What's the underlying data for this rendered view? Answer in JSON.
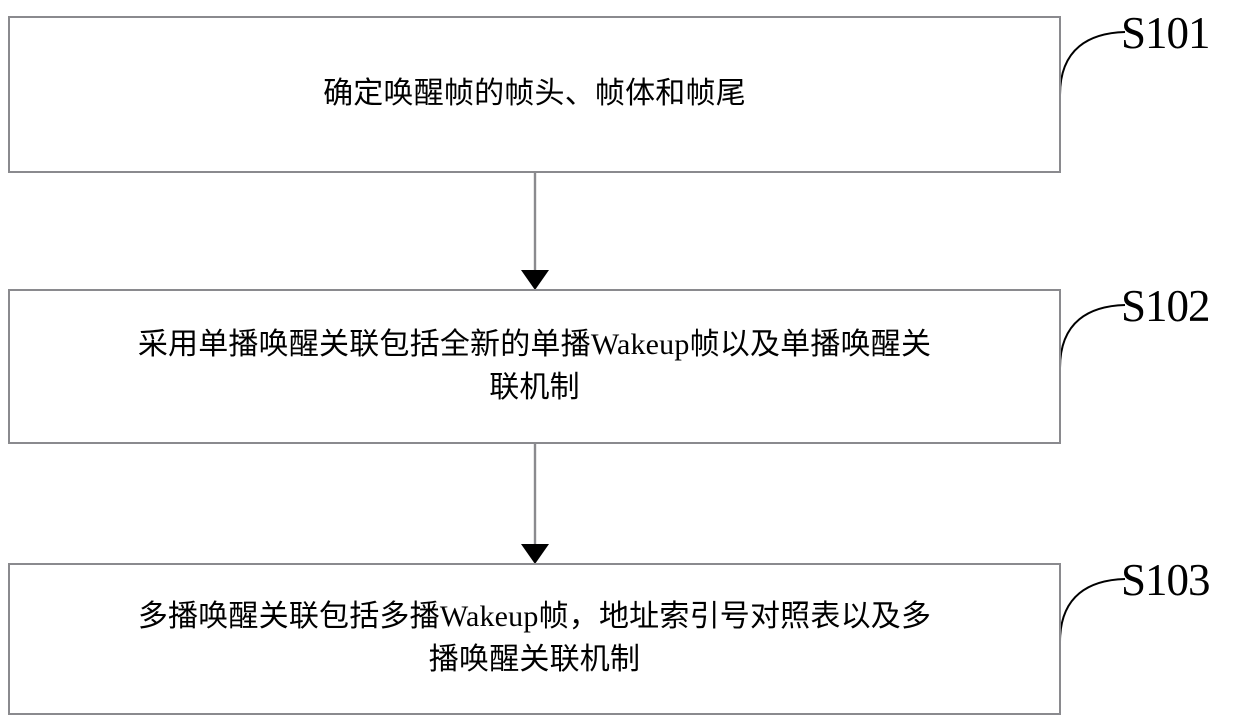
{
  "diagram": {
    "type": "flowchart",
    "orientation": "vertical",
    "title": "",
    "steps": [
      {
        "id": "S101",
        "label": "S101",
        "text": "确定唤醒帧的帧头、帧体和帧尾"
      },
      {
        "id": "S102",
        "label": "S102",
        "text": "采用单播唤醒关联包括全新的单播Wakeup帧以及单播唤醒关\n联机制"
      },
      {
        "id": "S103",
        "label": "S103",
        "text": "多播唤醒关联包括多播Wakeup帧，地址索引号对照表以及多\n播唤醒关联机制"
      }
    ],
    "connectors": [
      {
        "from": "S101",
        "to": "S102",
        "arrow": "down"
      },
      {
        "from": "S102",
        "to": "S103",
        "arrow": "down"
      }
    ],
    "colors": {
      "box_border": "#8a8a8e",
      "box_fill": "#ffffff",
      "text": "#000000",
      "connector": "#8a8a8e",
      "arrowhead": "#000000",
      "leader_line": "#000000",
      "background": "#ffffff"
    }
  }
}
